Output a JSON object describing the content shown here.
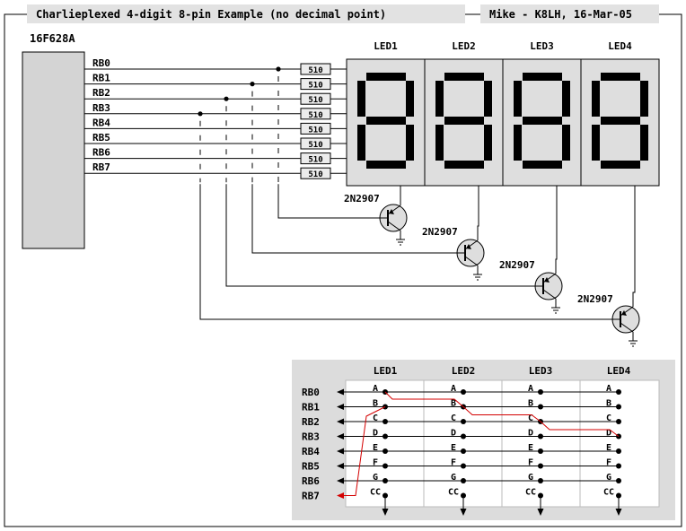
{
  "title": "Charlieplexed 4-digit 8-pin Example (no decimal point)",
  "author": "Mike - K8LH, 16-Mar-05",
  "chip": "16F628A",
  "pins": [
    "RB0",
    "RB1",
    "RB2",
    "RB3",
    "RB4",
    "RB5",
    "RB6",
    "RB7"
  ],
  "resistor": "510",
  "leds": [
    "LED1",
    "LED2",
    "LED3",
    "LED4"
  ],
  "transistor": "2N2907",
  "matrix": {
    "rows": [
      {
        "pin": "RB0",
        "segs": [
          "A",
          "A",
          "A",
          "A"
        ]
      },
      {
        "pin": "RB1",
        "segs": [
          "B",
          "B",
          "B",
          "B"
        ]
      },
      {
        "pin": "RB2",
        "segs": [
          "C",
          "C",
          "C",
          "C"
        ]
      },
      {
        "pin": "RB3",
        "segs": [
          "D",
          "D",
          "D",
          "D"
        ]
      },
      {
        "pin": "RB4",
        "segs": [
          "E",
          "E",
          "E",
          "E"
        ]
      },
      {
        "pin": "RB5",
        "segs": [
          "F",
          "F",
          "F",
          "F"
        ]
      },
      {
        "pin": "RB6",
        "segs": [
          "G",
          "G",
          "G",
          "G"
        ]
      },
      {
        "pin": "RB7",
        "segs": [
          "CC",
          "CC",
          "CC",
          "CC"
        ]
      }
    ]
  },
  "colors": {
    "panel": "#dcdcdc",
    "chip": "#d4d4d4",
    "digit_bg": "#dedede",
    "segment": "#000000",
    "highlight": "#d40000"
  }
}
